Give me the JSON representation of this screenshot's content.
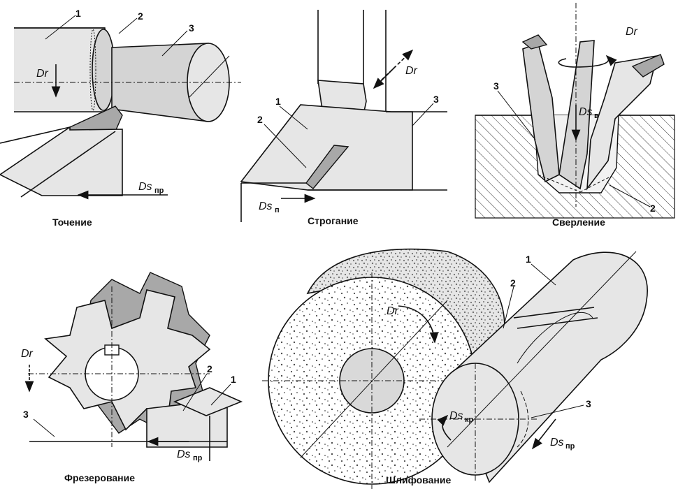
{
  "panels": {
    "turning": {
      "caption": "Точение",
      "labels": [
        "1",
        "2",
        "3"
      ],
      "motion_main": "Dr",
      "motion_feed": "Ds",
      "motion_feed_sub": "пр"
    },
    "planing": {
      "caption": "Строгание",
      "labels": [
        "1",
        "2",
        "3"
      ],
      "motion_main": "Dr",
      "motion_feed": "Ds",
      "motion_feed_sub": "п"
    },
    "drilling": {
      "caption": "Сверление",
      "labels": [
        "3",
        "2"
      ],
      "motion_main": "Dr",
      "motion_feed": "Ds",
      "motion_feed_sub": "в"
    },
    "milling": {
      "caption": "Фрезерование",
      "labels": [
        "1",
        "2",
        "3"
      ],
      "motion_main": "Dr",
      "motion_feed": "Ds",
      "motion_feed_sub": "пр"
    },
    "grinding": {
      "caption": "Шлифование",
      "labels": [
        "1",
        "2",
        "3"
      ],
      "motion_main": "Dr",
      "motion_feed_1": "Ds",
      "motion_feed_1_sub": "кр",
      "motion_feed_2": "Ds",
      "motion_feed_2_sub": "пр"
    }
  }
}
